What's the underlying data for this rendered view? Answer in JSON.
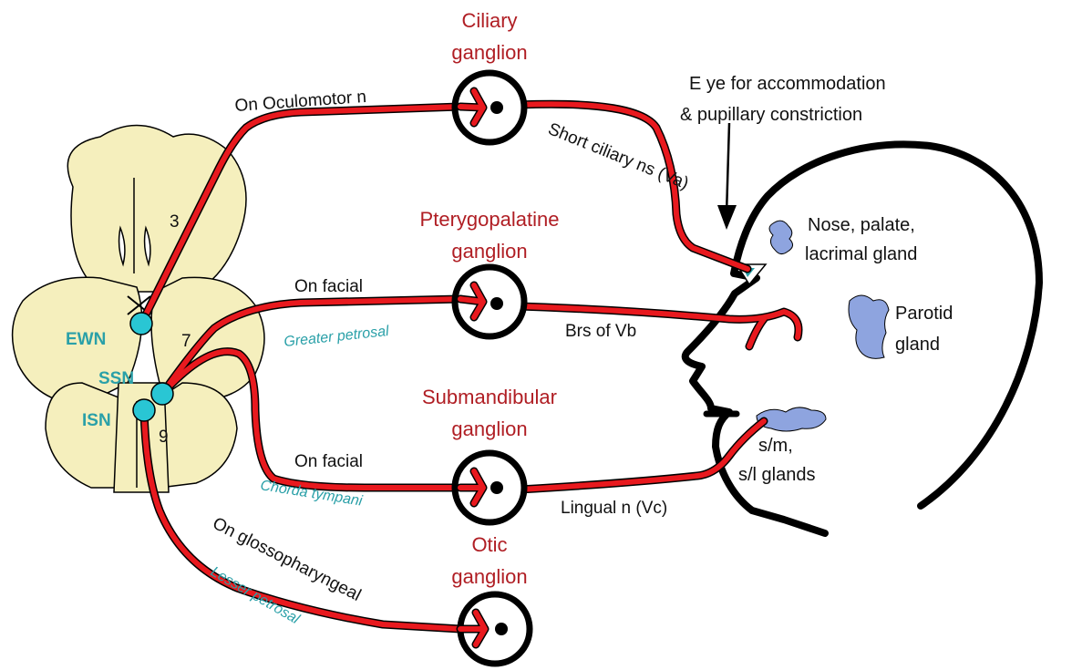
{
  "colors": {
    "nerve": "#e8191e",
    "nerve_outline": "#000000",
    "brainstem": "#f5efbd",
    "nucleus": "#29c6d4",
    "gland": "#8ea4df",
    "ganglion_title": "#b01e24",
    "branch_text": "#2aa0a8"
  },
  "ganglia": [
    {
      "title_line1": "Ciliary",
      "title_line2": "ganglion"
    },
    {
      "title_line1": "Pterygopalatine",
      "title_line2": "ganglion"
    },
    {
      "title_line1": "Submandibular",
      "title_line2": "ganglion"
    },
    {
      "title_line1": "Otic",
      "title_line2": "ganglion"
    }
  ],
  "nuclei": {
    "ewn": "EWN",
    "ssn": "SSN",
    "isn": "ISN"
  },
  "cranial_nerve_numbers": {
    "cn3": "3",
    "cn7": "7",
    "cn9": "9"
  },
  "preganglionic": {
    "oculomotor": "On Oculomotor n",
    "facial_upper": "On facial",
    "facial_lower": "On facial",
    "glossopharyngeal": "On glossopharyngeal"
  },
  "branches": {
    "greater_petrosal": "Greater petrosal",
    "chorda_tympani": "Chorda tympani",
    "lesser_petrosal": "Lesser petrosal"
  },
  "postganglionic": {
    "short_ciliary": "Short ciliary ns (Va)",
    "brs_vb": "Brs of Vb",
    "lingual": "Lingual n (Vc)"
  },
  "targets": {
    "eye_line1": "E ye for accommodation",
    "eye_line2": "& pupillary constriction",
    "nose_line1": "Nose, palate,",
    "nose_line2": "lacrimal gland",
    "parotid_line1": "Parotid",
    "parotid_line2": "gland",
    "sm_line1": "s/m,",
    "sm_line2": "s/l glands"
  }
}
